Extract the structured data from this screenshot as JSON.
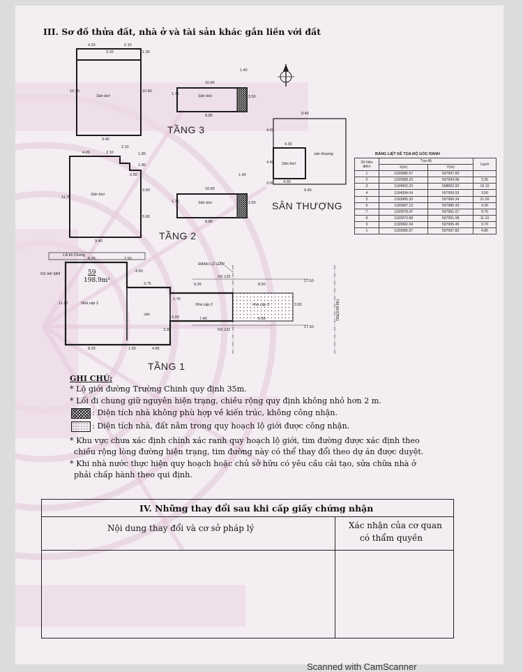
{
  "section3_title": "III. Sơ đồ thửa đất, nhà ở và tài sản khác gắn liền với đất",
  "floors": {
    "tang3": {
      "title": "TẦNG 3",
      "main_label": "Sân bict",
      "annex_label": "Sân bict",
      "dims": [
        "4.20",
        "3.10",
        "2.10",
        "1.30",
        "10.10",
        "10.80",
        "9.40",
        "10.65",
        "1.40",
        "1.75",
        "3.50",
        "8.80"
      ]
    },
    "tang2": {
      "title": "TẦNG 2",
      "main_label": "Sân bict",
      "annex_label": "Sân bict",
      "dims": [
        "4.20",
        "2.10",
        "2.10",
        "1.90",
        "1.90",
        "0.50",
        "11.70",
        "3.50",
        "5.90",
        "9.40",
        "10.65",
        "1.40",
        "1.75",
        "3.50",
        "8.80"
      ]
    },
    "san_thuong": {
      "title": "SÂN THƯỢNG",
      "main_label": "Sân bict",
      "outer_label": "sân thượng",
      "dims": [
        "9.40",
        "4.00",
        "4.30",
        "4.40",
        "3.00",
        "4.30",
        "9.40"
      ]
    },
    "tang1": {
      "title": "TẦNG 1",
      "lane": "Lối Đi Chung",
      "lot_no": "59",
      "lot_area": "198.9m²",
      "house_a": "Nhà cấp 2",
      "house_b": "Nhà cấp 2",
      "house_c": "nhà cấp 3",
      "yard": "sân",
      "boundary": "RANH LỘ GIỚI",
      "road": "TIM ĐƯỜNG",
      "ns_left": "NS 94/ 6B4",
      "ns_top": "NS 133",
      "ns_bottom": "NS 131",
      "dims": [
        "8.20",
        "1.50",
        "4.50",
        "3.75",
        "9.25",
        "8.50",
        "17.50",
        "11.10",
        "1.75",
        "3.50",
        "0.20",
        "7.40",
        "6.50",
        "17.50",
        "3.30",
        "8.20",
        "1.50",
        "4.85"
      ]
    }
  },
  "coord_table": {
    "title": "BẢNG LIỆT KÊ TỌA ĐỘ GÓC RANH",
    "headers": {
      "point": "Số hiệu điểm",
      "coord": "Tọa độ",
      "x": "X(m)",
      "y": "Y(m)",
      "edge": "Cạnh"
    },
    "rows": [
      {
        "p": "1",
        "x": "1193986.57",
        "y": "597997.83",
        "c": ""
      },
      {
        "p": "2",
        "x": "1193988.23",
        "y": "597994.98",
        "c": "3.30"
      },
      {
        "p": "3",
        "x": "1194002.23",
        "y": "598002.93",
        "c": "16.10"
      },
      {
        "p": "4",
        "x": "1194004.04",
        "y": "597999.93",
        "c": "3.50"
      },
      {
        "p": "5",
        "x": "1193985.33",
        "y": "597989.34",
        "c": "21.50"
      },
      {
        "p": "6",
        "x": "1193987.13",
        "y": "597985.43",
        "c": "4.30"
      },
      {
        "p": "7",
        "x": "1193978.47",
        "y": "597981.07",
        "c": "9.70"
      },
      {
        "p": "8",
        "x": "1193973.68",
        "y": "597991.08",
        "c": "11.10"
      },
      {
        "p": "9",
        "x": "1193982.34",
        "y": "597995.45",
        "c": "9.70"
      },
      {
        "p": "1",
        "x": "1193986.57",
        "y": "597997.83",
        "c": "4.85"
      }
    ]
  },
  "notes": {
    "heading": "GHI CHÚ:",
    "items": [
      "* Lộ giới đường Trường Chinh quy định 35m.",
      "* Lối đi chung giữ nguyên hiện trạng, chiều rộng quy định không nhỏ hơn 2 m.",
      ": Diện tích nhà không phù hợp về kiến trúc, không công nhận.",
      ": Diện tích nhà, đất nằm trong quy hoạch lộ giới được công nhận.",
      "* Khu vực chưa xác định chính xác ranh quy hoạch lộ giới, tim đường được xác định theo",
      "chiều rộng lòng đường hiện trạng, tim đường này có thể thay đổi theo dự án được duyệt.",
      "* Khi nhà nước thực hiện quy hoạch hoặc chủ sở hữu có yêu cầu cải tạo, sửa chữa nhà ở",
      "phải chấp hành theo qui định."
    ]
  },
  "section4": {
    "title": "IV. Những thay đổi sau khi cấp giấy chứng nhận",
    "col1": "Nội dung thay đổi và cơ sở pháp lý",
    "col2_line1": "Xác nhận của cơ quan",
    "col2_line2": "có thẩm quyền"
  },
  "scanner_watermark": "Scanned with CamScanner",
  "colors": {
    "watermark": "#e3c4d8",
    "ink": "#1a1a1a",
    "paper": "#f4eef3"
  }
}
